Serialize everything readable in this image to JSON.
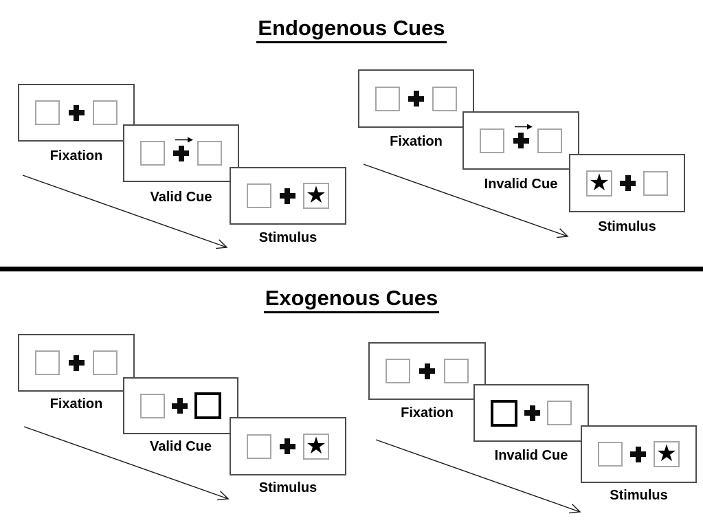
{
  "sections": [
    {
      "title": "Endogenous Cues",
      "panels": [
        {
          "name": "valid",
          "cards": [
            {
              "label": "Fixation"
            },
            {
              "label": "Valid Cue",
              "cue_symbol": "arrow-right-above-cross"
            },
            {
              "label": "Stimulus",
              "star_side": "right"
            }
          ]
        },
        {
          "name": "invalid",
          "cards": [
            {
              "label": "Fixation"
            },
            {
              "label": "Invalid Cue",
              "cue_symbol": "arrow-right-above-cross"
            },
            {
              "label": "Stimulus",
              "star_side": "left"
            }
          ]
        }
      ]
    },
    {
      "title": "Exogenous Cues",
      "panels": [
        {
          "name": "valid",
          "cards": [
            {
              "label": "Fixation"
            },
            {
              "label": "Valid Cue",
              "highlight_side": "right"
            },
            {
              "label": "Stimulus",
              "star_side": "right"
            }
          ]
        },
        {
          "name": "invalid",
          "cards": [
            {
              "label": "Fixation"
            },
            {
              "label": "Invalid Cue",
              "highlight_side": "left"
            },
            {
              "label": "Stimulus",
              "star_side": "right"
            }
          ]
        }
      ]
    }
  ],
  "glyphs": {
    "star": "★"
  },
  "colors": {
    "background": "#ffffff",
    "ink": "#000000",
    "card_border": "#4d4d4d",
    "box_border": "#a6a6a6"
  }
}
